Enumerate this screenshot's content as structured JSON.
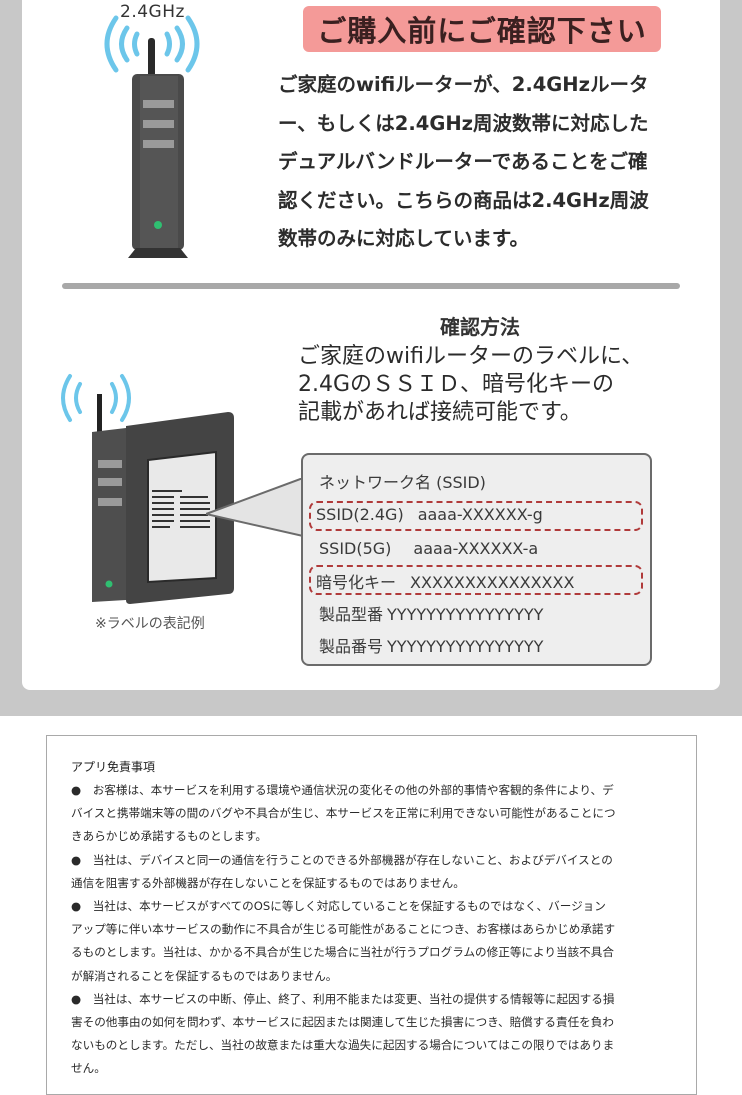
{
  "section_purchase": {
    "frequency_badge": "2.4GHz",
    "banner": "ご購入前にご確認下さい",
    "body_lines": [
      "ご家庭のwifiルーターが、2.4GHzルータ",
      "ー、もしくは2.4GHz周波数帯に対応した",
      "デュアルバンドルーターであることをご確",
      "認ください。こちらの商品は2.4GHz周波",
      "数帯のみに対応しています。"
    ]
  },
  "section_method": {
    "title": "確認方法",
    "body_lines": [
      "ご家庭のwifiルーターのラベルに、",
      "2.4GのＳＳＩＤ、暗号化キーの",
      "記載があれば接続可能です。"
    ],
    "caption": "※ラベルの表記例",
    "label": {
      "header": "ネットワーク名 (SSID)",
      "rows": [
        {
          "key": "SSID(2.4G)",
          "value": "aaaa-XXXXXX-g",
          "highlighted": true
        },
        {
          "key": "SSID(5G)",
          "value": "aaaa-XXXXXX-a",
          "highlighted": false
        },
        {
          "key": "暗号化キー",
          "value": "XXXXXXXXXXXXXXX",
          "highlighted": true
        },
        {
          "key": "製品型番",
          "value": "YYYYYYYYYYYYYYYY",
          "highlighted": false
        },
        {
          "key": "製品番号",
          "value": "YYYYYYYYYYYYYYYY",
          "highlighted": false
        }
      ]
    }
  },
  "disclaimer": {
    "title": "アプリ免責事項",
    "lines": [
      "●　お客様は、本サービスを利用する環境や通信状況の変化その他の外部的事情や客観的条件により、デ",
      "バイスと携帯端末等の間のバグや不具合が生じ、本サービスを正常に利用できない可能性があることにつ",
      "きあらかじめ承諾するものとします。",
      "●　当社は、デバイスと同一の通信を行うことのできる外部機器が存在しないこと、およびデバイスとの",
      "通信を阻害する外部機器が存在しないことを保証するものではありません。",
      "●　当社は、本サービスがすべてのOSに等しく対応していることを保証するものではなく、バージョン",
      "アップ等に伴い本サービスの動作に不具合が生じる可能性があることにつき、お客様はあらかじめ承諾す",
      "るものとします。当社は、かかる不具合が生じた場合に当社が行うプログラムの修正等により当該不具合",
      "が解消されることを保証するものではありません。",
      "●　当社は、本サービスの中断、停止、終了、利用不能または変更、当社の提供する情報等に起因する損",
      "害その他事由の如何を問わず、本サービスに起因または関連して生じた損害につき、賠償する責任を負わ",
      "ないものとします。ただし、当社の故意または重大な過失に起因する場合についてはこの限りではありま",
      "せん。"
    ]
  },
  "colors": {
    "banner_bg": "#f49a98",
    "wifi_wave": "#6cc6ea",
    "router_body": "#4a4a4a",
    "led": "#2fbf71",
    "highlight_dash": "#b03a3a",
    "frame_gray": "#c8c8c8"
  }
}
